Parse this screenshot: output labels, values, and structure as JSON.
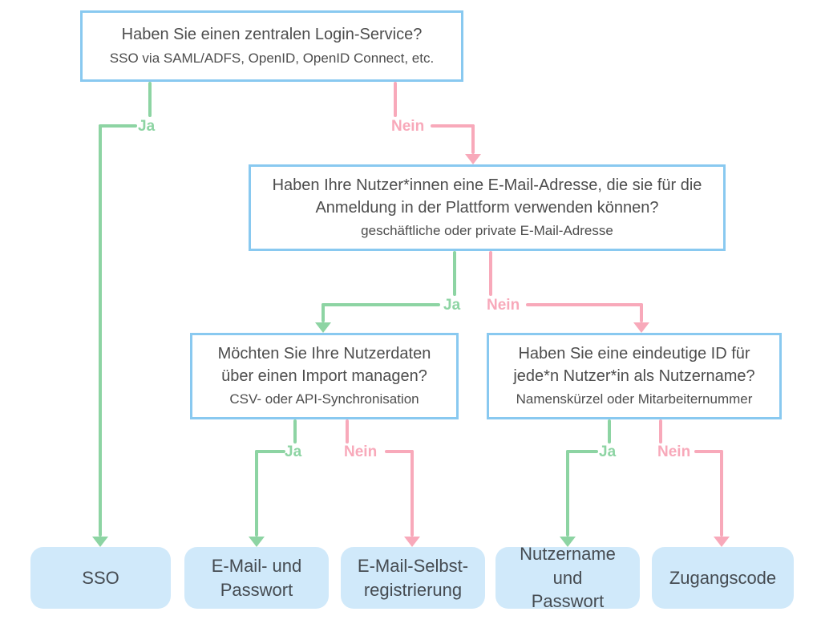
{
  "diagram": {
    "colors": {
      "yes_green": "#8dd4a3",
      "no_pink": "#f8a9ba",
      "question_border_blue": "#89c9f0",
      "result_fill_blue": "#d0e9fa",
      "question_text": "#4d4d4d",
      "result_text": "#454b51"
    },
    "questions": [
      {
        "id": "q1",
        "title": "Haben Sie einen zentralen Login-Service?",
        "subtitle": "SSO via SAML/ADFS, OpenID, OpenID Connect, etc."
      },
      {
        "id": "q2",
        "title": "Haben Ihre Nutzer*innen eine E-Mail-Adresse, die sie für die Anmeldung in der Plattform verwenden können?",
        "subtitle": "geschäftliche oder private E-Mail-Adresse"
      },
      {
        "id": "q3",
        "title": "Möchten Sie Ihre Nutzerdaten über einen Import managen?",
        "subtitle": "CSV- oder API-Synchronisation"
      },
      {
        "id": "q4",
        "title": "Haben Sie eine eindeutige ID für jede*n Nutzer*in als Nutzername?",
        "subtitle": "Namenskürzel oder Mitarbeiternummer"
      }
    ],
    "results": [
      {
        "id": "r1",
        "label": "SSO"
      },
      {
        "id": "r2",
        "label": "E-Mail- und Passwort"
      },
      {
        "id": "r3",
        "label": "E-Mail-Selbst-registrierung"
      },
      {
        "id": "r4",
        "label": "Nutzername und Passwort"
      },
      {
        "id": "r5",
        "label": "Zugangscode"
      }
    ],
    "edges": [
      {
        "from": "q1",
        "to": "r1",
        "label": "Ja",
        "color": "green"
      },
      {
        "from": "q1",
        "to": "q2",
        "label": "Nein",
        "color": "pink"
      },
      {
        "from": "q2",
        "to": "q3",
        "label": "Ja",
        "color": "green"
      },
      {
        "from": "q2",
        "to": "q4",
        "label": "Nein",
        "color": "pink"
      },
      {
        "from": "q3",
        "to": "r2",
        "label": "Ja",
        "color": "green"
      },
      {
        "from": "q3",
        "to": "r3",
        "label": "Nein",
        "color": "pink"
      },
      {
        "from": "q4",
        "to": "r4",
        "label": "Ja",
        "color": "green"
      },
      {
        "from": "q4",
        "to": "r5",
        "label": "Nein",
        "color": "pink"
      }
    ]
  }
}
